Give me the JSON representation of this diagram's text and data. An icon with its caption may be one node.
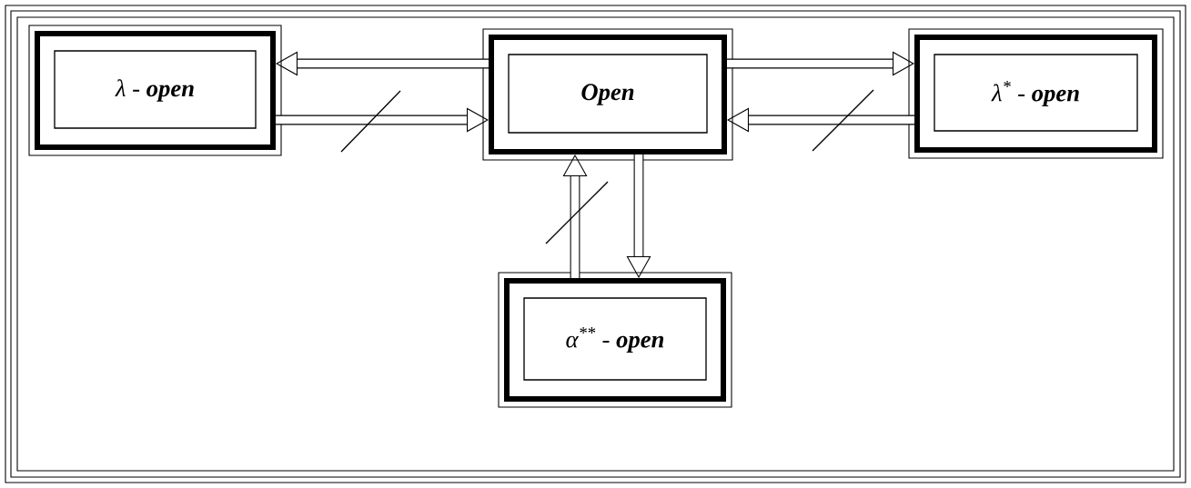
{
  "diagram": {
    "nodes": [
      {
        "text": [
          "λ - **open**"
        ]
      },
      {
        "text": [
          "Open"
        ]
      },
      {
        "text": [
          "λ$^{*}$ - **open**"
        ]
      },
      {
        "text": [
          "α$^{**}$ - **open**"
        ]
      }
    ],
    "edges": [
      {
        "from": 1,
        "to": 0,
        "arrow": "to"
      },
      {
        "from": 0,
        "to": 1,
        "arrow": "to"
      },
      {
        "from": 1,
        "to": 2,
        "arrow": "to"
      },
      {
        "from": 2,
        "to": 1,
        "arrow": "to"
      },
      {
        "from": 3,
        "to": 1,
        "arrow": "to"
      },
      {
        "from": 1,
        "to": 3,
        "arrow": "to"
      }
    ]
  }
}
